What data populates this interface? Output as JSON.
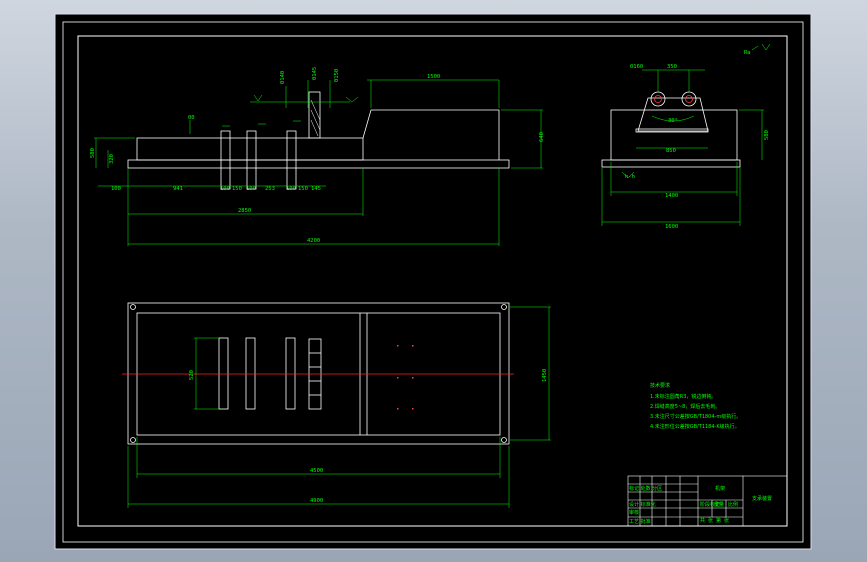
{
  "colors": {
    "background": "#000000",
    "line": "#ffffff",
    "dimension": "#00ff00",
    "centerline": "#ff0000",
    "chrome": "#aeb8c5"
  },
  "front_view": {
    "dims": {
      "top_length": "1500",
      "right_height": "640",
      "left_height_outer": "580",
      "left_height_inner": "320",
      "seg_a": "100",
      "seg_b": "941",
      "seg_c": "100",
      "seg_d": "150",
      "seg_e": "100",
      "seg_f": "253",
      "seg_g": "100",
      "seg_h": "150",
      "seg_i": "145",
      "mid_length": "2850",
      "total_length": "4200",
      "top_d1": "0140",
      "top_d2": "0145",
      "top_d3": "0150",
      "small_a": "00"
    }
  },
  "side_view": {
    "dims": {
      "top_left": "0160",
      "top_mid": "350",
      "angle": "30°",
      "inner_width": "850",
      "height": "580",
      "width_inner": "1400",
      "width_outer": "1600",
      "label_small": "h-h"
    },
    "surface_mark": "Ra"
  },
  "plan_view": {
    "dims": {
      "slot_width": "520",
      "height": "1450",
      "inner_length": "4500",
      "total_length": "4900"
    }
  },
  "tech_notes": {
    "title": "技术要求",
    "items": [
      "1.未标注圆角R3，锐边倒钝。",
      "2.焊缝高度5~8，焊后去毛刺。",
      "3.未注尺寸公差按GB/T1804-m级执行。",
      "4.未注形位公差按GB/T1184-K级执行。"
    ]
  },
  "title_block": {
    "drawing_name": "机架",
    "part_name": "支承装置",
    "rows": [
      "标记 处数 分区",
      "设计 标准化",
      "审核",
      "工艺 批准"
    ],
    "fields": [
      "阶段标记",
      "重量",
      "比例",
      "共",
      "张",
      "第",
      "张"
    ]
  }
}
